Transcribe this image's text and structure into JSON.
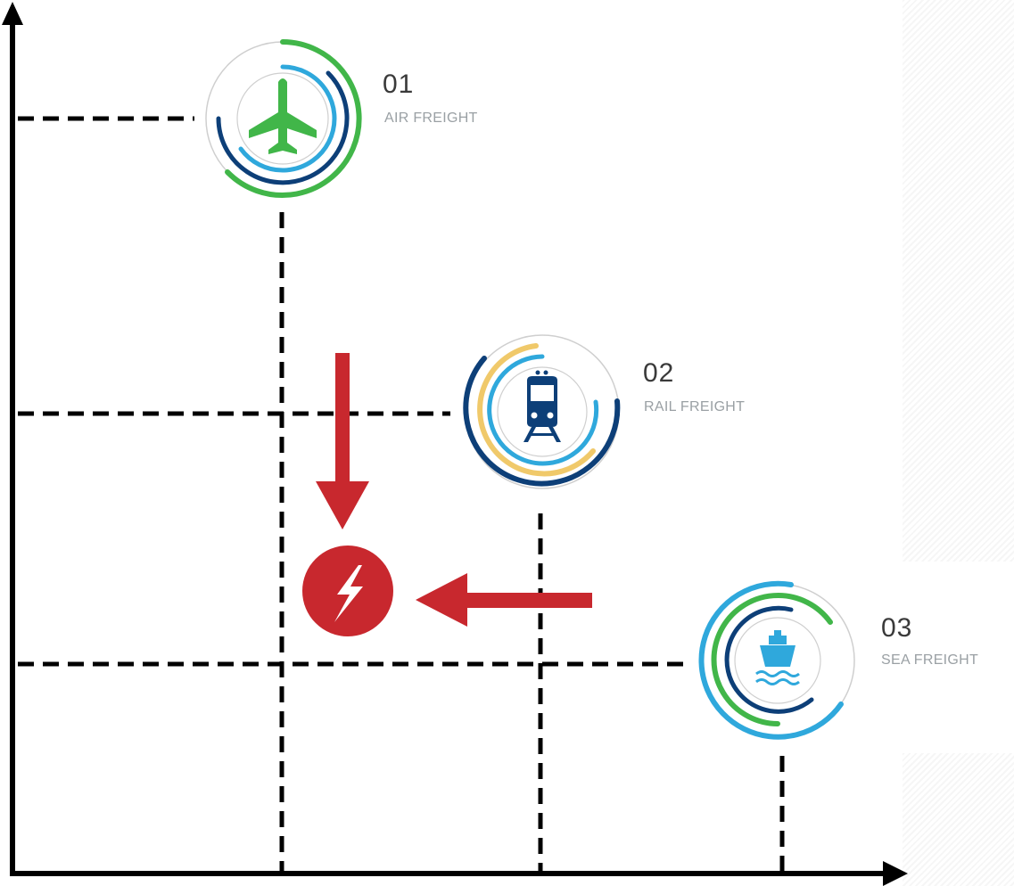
{
  "nodes": [
    {
      "id": "air",
      "number": "01",
      "label": "AIR FREIGHT",
      "icon": "airplane-icon"
    },
    {
      "id": "rail",
      "number": "02",
      "label": "RAIL FREIGHT",
      "icon": "train-icon"
    },
    {
      "id": "sea",
      "number": "03",
      "label": "SEA FREIGHT",
      "icon": "ship-icon"
    }
  ],
  "center_icon": "lightning-bolt-icon",
  "colors": {
    "axis": "#000000",
    "dashes": "#000000",
    "arrow_red": "#c8282e",
    "green": "#41b649",
    "light_blue": "#2fa8dc",
    "dark_blue": "#0d3f78",
    "yellow": "#f0c96a",
    "ring_grey": "#cfcfcf",
    "label_grey": "#9aa0a4",
    "number_dark": "#3a3a3a"
  }
}
